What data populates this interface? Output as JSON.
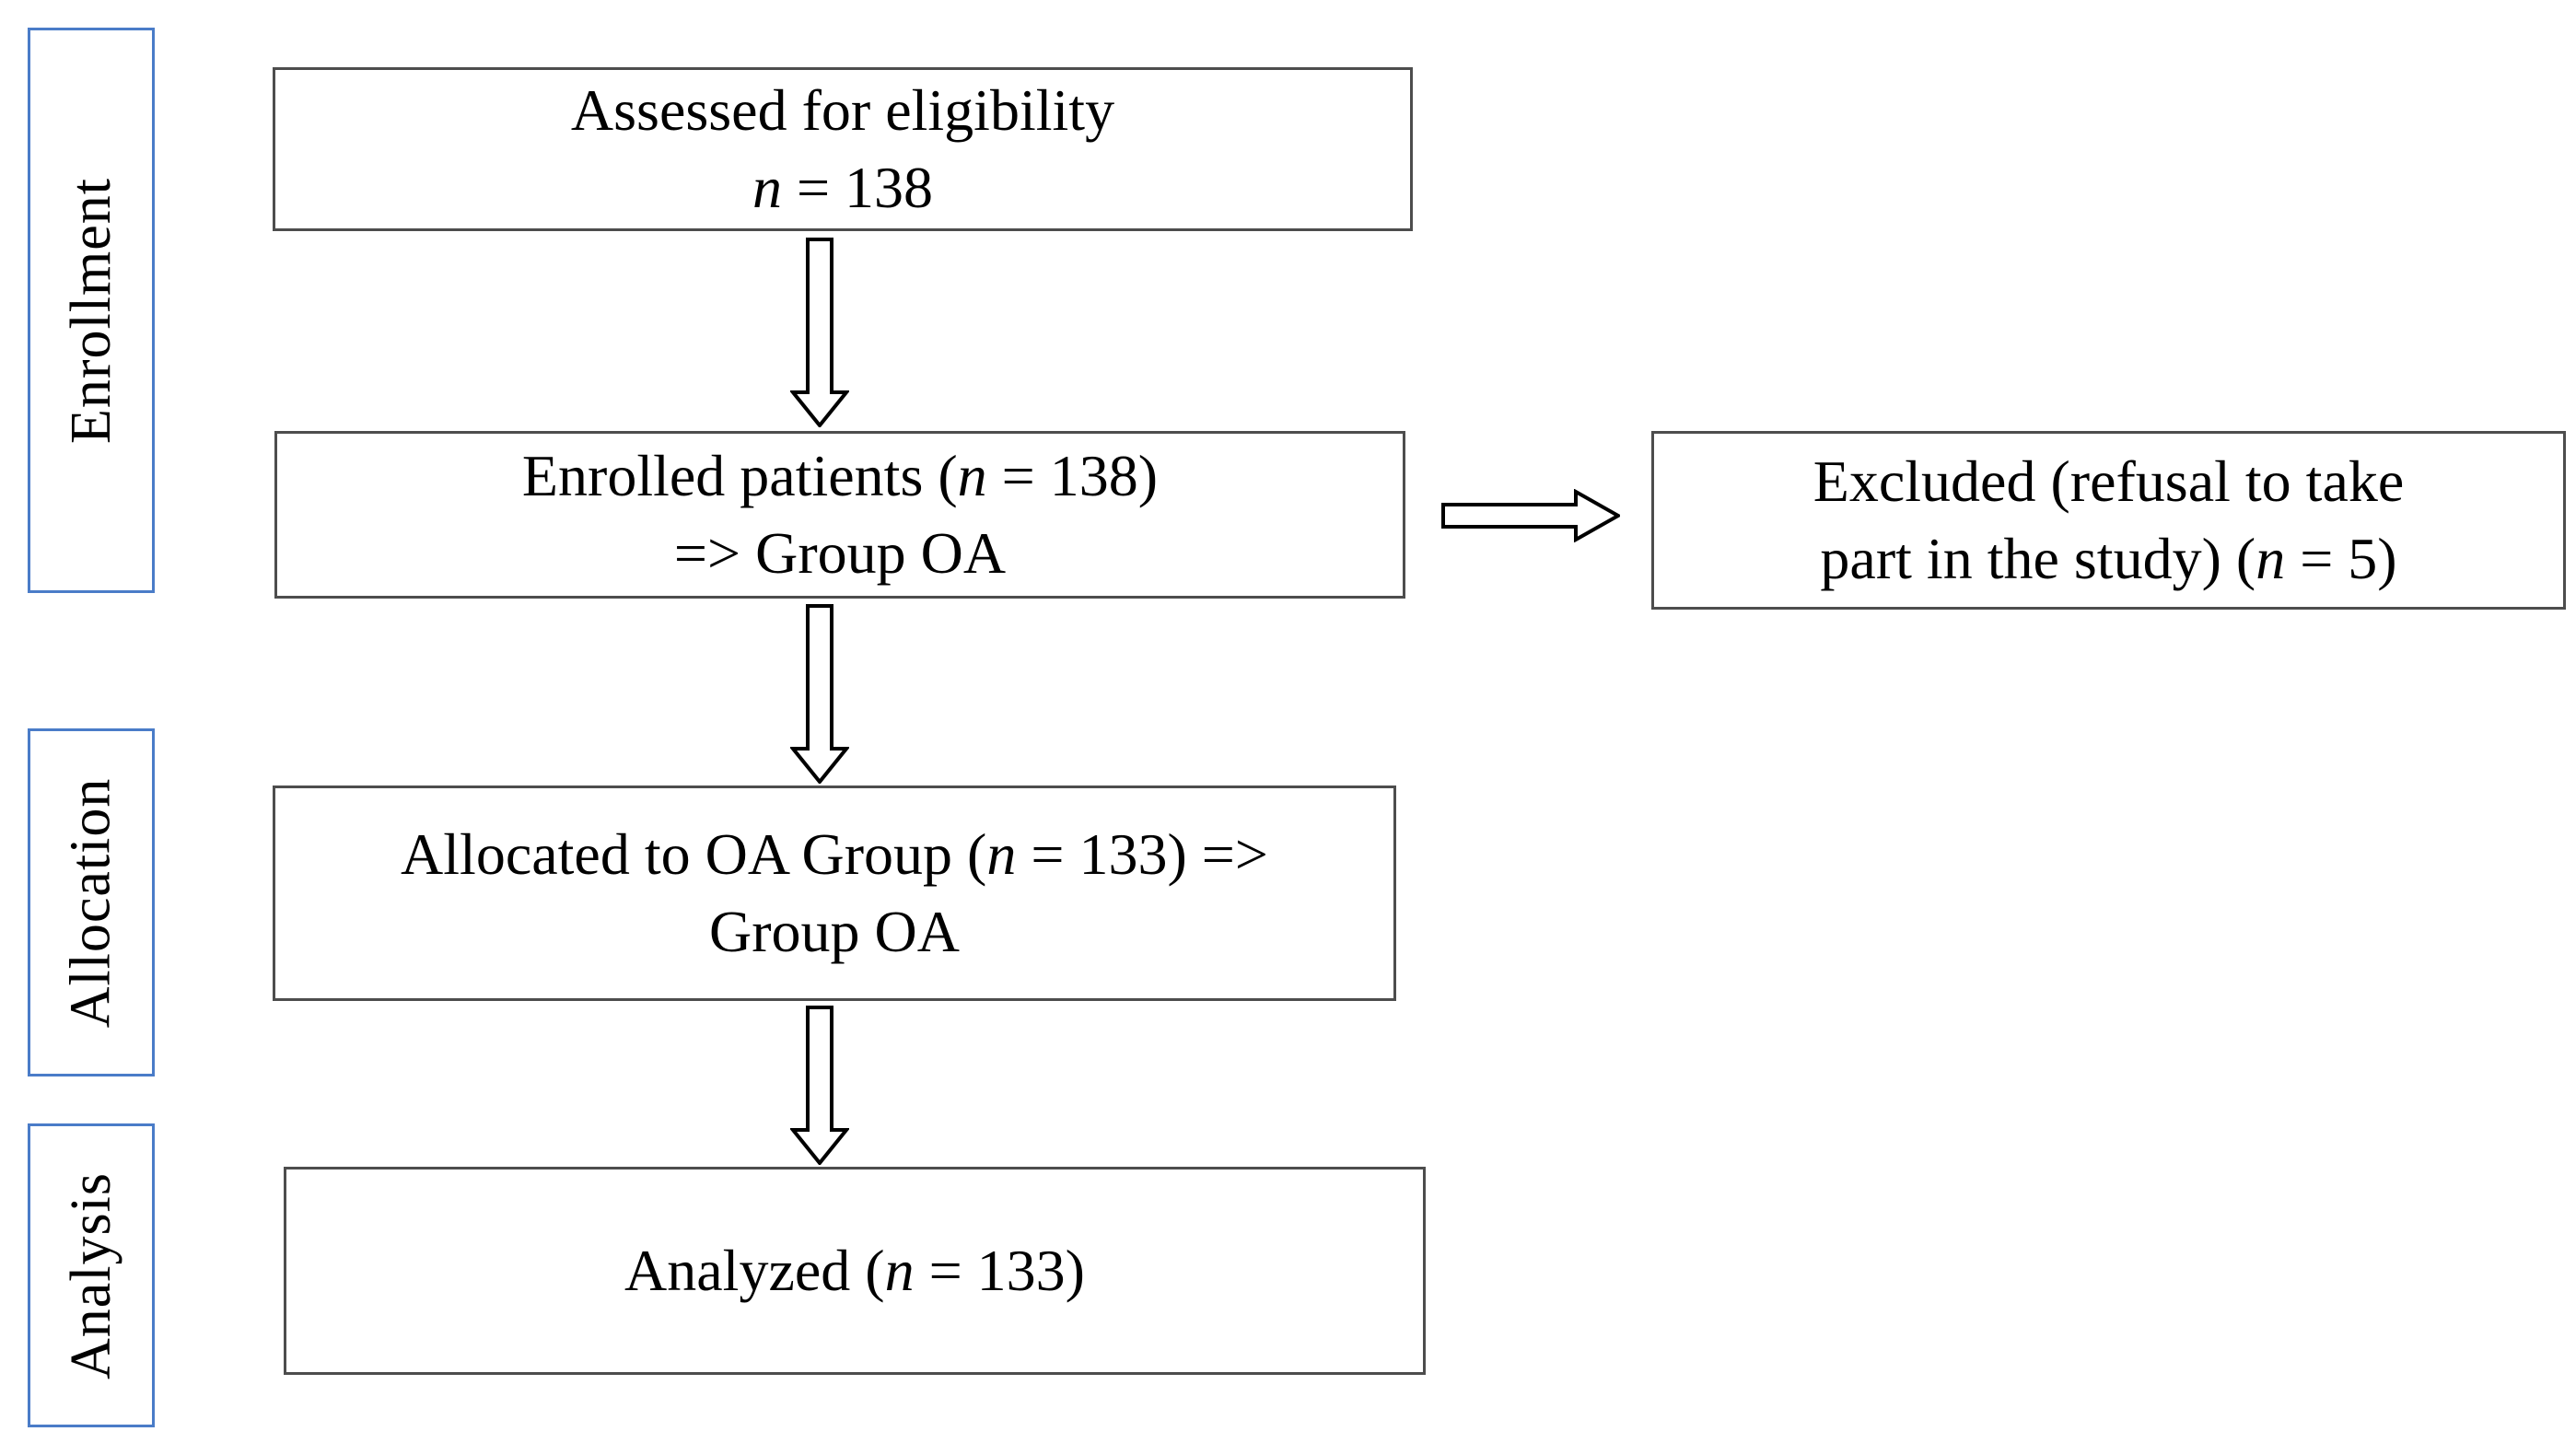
{
  "colors": {
    "box_border": "#4d4d4d",
    "label_border": "#4a7cc8",
    "arrow_outline": "#000000",
    "text": "#000000",
    "background": "#ffffff"
  },
  "phases": [
    {
      "id": "enrollment",
      "label": "Enrollment"
    },
    {
      "id": "allocation",
      "label": "Allocation"
    },
    {
      "id": "analysis",
      "label": "Analysis"
    }
  ],
  "flow": {
    "assessed": {
      "lines": [
        [
          {
            "t": "Assessed for eligibility"
          }
        ],
        [
          {
            "t": "n",
            "i": true
          },
          {
            "t": " = 138"
          }
        ]
      ]
    },
    "enrolled": {
      "lines": [
        [
          {
            "t": "Enrolled patients ("
          },
          {
            "t": "n",
            "i": true
          },
          {
            "t": " = 138)"
          }
        ],
        [
          {
            "t": "=> Group OA"
          }
        ]
      ]
    },
    "excluded": {
      "lines": [
        [
          {
            "t": "Excluded (refusal to take"
          }
        ],
        [
          {
            "t": "part in the study) ("
          },
          {
            "t": "n",
            "i": true
          },
          {
            "t": " = 5)"
          }
        ]
      ]
    },
    "allocated": {
      "lines": [
        [
          {
            "t": "Allocated to OA Group ("
          },
          {
            "t": "n",
            "i": true
          },
          {
            "t": " = 133) =>"
          }
        ],
        [
          {
            "t": "Group OA"
          }
        ]
      ]
    },
    "analyzed": {
      "lines": [
        [
          {
            "t": "Analyzed ("
          },
          {
            "t": "n",
            "i": true
          },
          {
            "t": " = 133)"
          }
        ]
      ]
    }
  }
}
